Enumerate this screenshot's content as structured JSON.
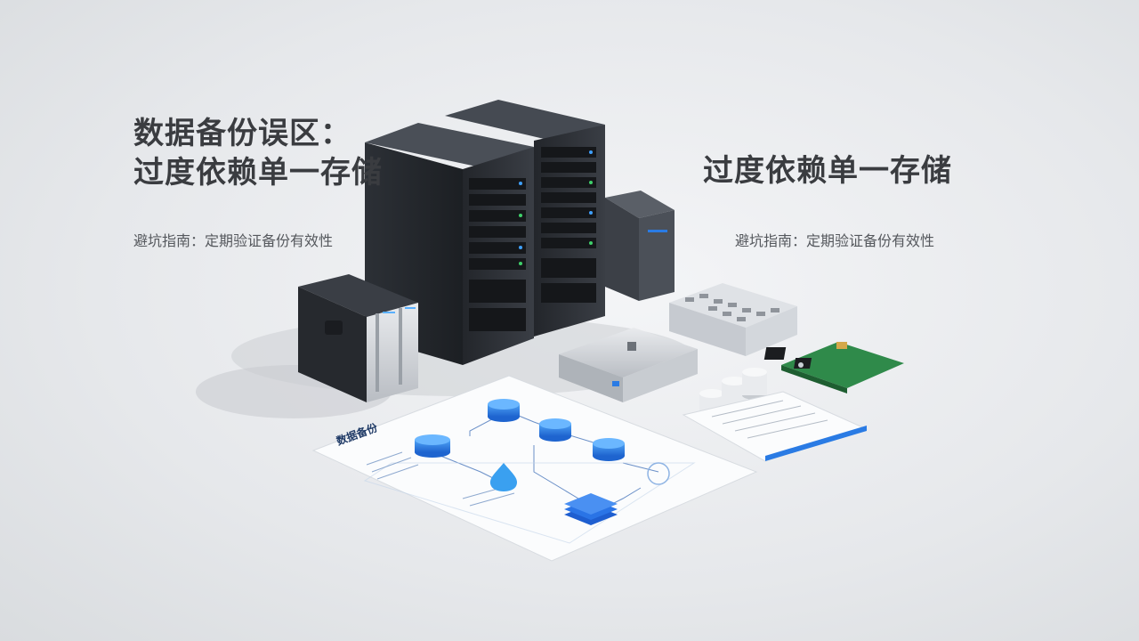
{
  "left": {
    "title_line1": "数据备份误区：",
    "title_line2": "过度依赖单一存储",
    "subtitle": "避坑指南：定期验证备份有效性"
  },
  "right": {
    "title": "过度依赖单一存储",
    "subtitle": "避坑指南：定期验证备份有效性"
  },
  "diagram_doc": {
    "heading": "数据备份"
  },
  "colors": {
    "rack_body": "#2b2f35",
    "accent_blue": "#2a7be4",
    "pcb_green": "#2f8a4a",
    "paper": "#fbfcfd"
  }
}
